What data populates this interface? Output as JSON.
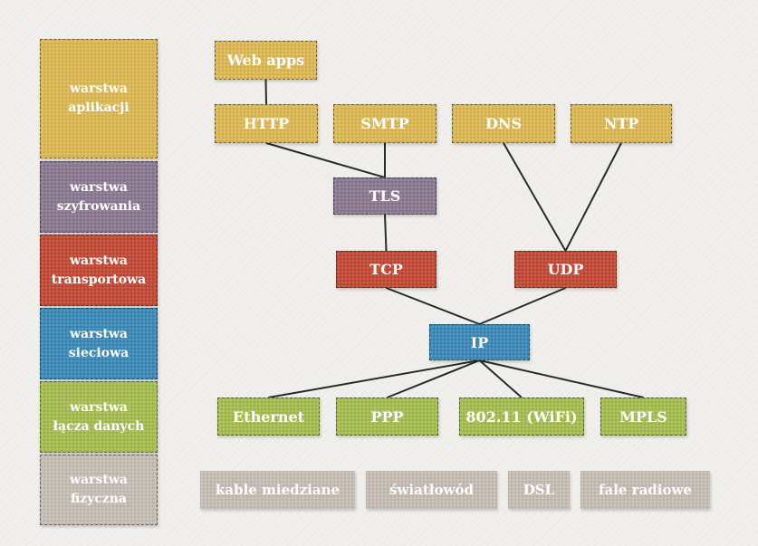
{
  "layers": [
    {
      "id": "app",
      "label": "warstwa\naplikacji",
      "color": "#dcb955"
    },
    {
      "id": "tls",
      "label": "warstwa\nszyfrowania",
      "color": "#8c7a92"
    },
    {
      "id": "trans",
      "label": "warstwa\ntransportowa",
      "color": "#c24b37"
    },
    {
      "id": "net",
      "label": "warstwa\nsieciowa",
      "color": "#3d8ab8"
    },
    {
      "id": "link",
      "label": "warstwa\nłącza danych",
      "color": "#a5bd52"
    },
    {
      "id": "phys",
      "label": "warstwa\nfizyczna",
      "color": "#c5bdb4"
    }
  ],
  "nodes": {
    "webapps": "Web apps",
    "http": "HTTP",
    "smtp": "SMTP",
    "dns": "DNS",
    "ntp": "NTP",
    "tls": "TLS",
    "tcp": "TCP",
    "udp": "UDP",
    "ip": "IP",
    "ethernet": "Ethernet",
    "ppp": "PPP",
    "wifi": "802.11 (WiFi)",
    "mpls": "MPLS"
  },
  "physical_media": [
    "kable miedziane",
    "światłowód",
    "DSL",
    "fale radiowe"
  ],
  "edges": [
    [
      "webapps",
      "http"
    ],
    [
      "http",
      "tls"
    ],
    [
      "smtp",
      "tls"
    ],
    [
      "tls",
      "tcp"
    ],
    [
      "dns",
      "udp"
    ],
    [
      "ntp",
      "udp"
    ],
    [
      "tcp",
      "ip"
    ],
    [
      "udp",
      "ip"
    ],
    [
      "ip",
      "ethernet"
    ],
    [
      "ip",
      "ppp"
    ],
    [
      "ip",
      "wifi"
    ],
    [
      "ip",
      "mpls"
    ]
  ]
}
